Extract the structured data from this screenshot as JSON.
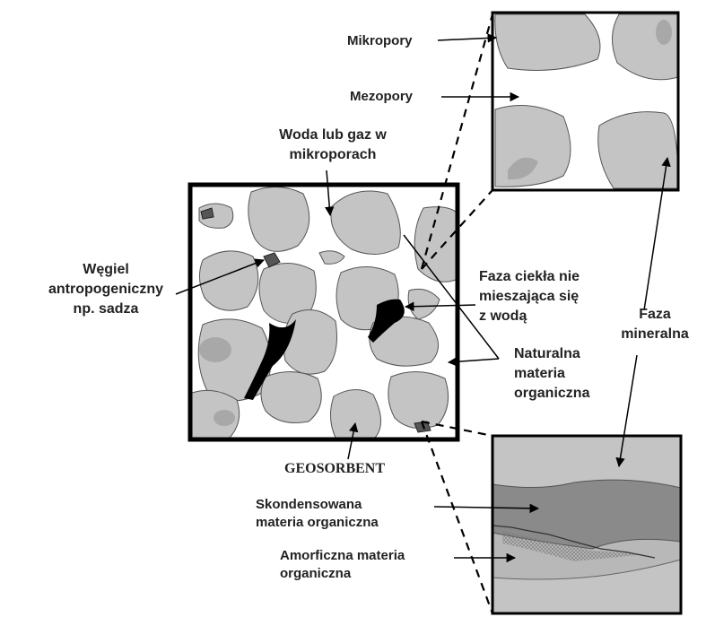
{
  "labels": {
    "mikropory": "Mikropory",
    "mezopory": "Mezopory",
    "woda_gaz": "Woda lub gaz w\nmikroporach",
    "wegiel": "Węgiel\nantropogeniczny\nnp. sadza",
    "faza_ciekla": "Faza ciekła nie\nmieszająca się\nz wodą",
    "naturalna": "Naturalna\nmateria\norganiczna",
    "faza_mineralna": "Faza\nmineralna",
    "geosorbent": "GEOSORBENT",
    "skondensowana": "Skondensowana\nmateria organiczna",
    "amorficzna": "Amorficzna materia\norganiczna"
  },
  "colors": {
    "grain": "#c4c4c4",
    "grain_dark": "#a8a8a8",
    "frame": "#000000",
    "liquid": "#000000",
    "condensed": "#8a8a8a",
    "amorphous": "#b8b8b8"
  }
}
